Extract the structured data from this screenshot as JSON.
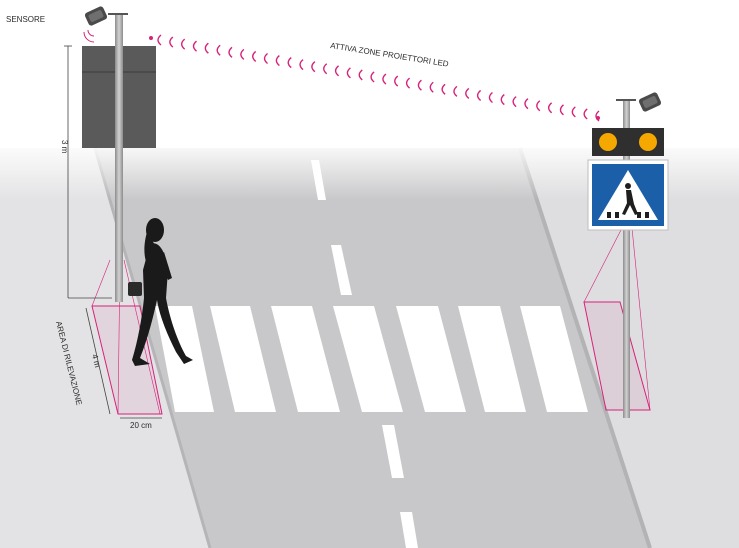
{
  "labels": {
    "sensor": "SENSORE",
    "signal": "ATTIVA ZONE PROIETTORI LED",
    "pole_height": "3 m",
    "zone_length": "4 m",
    "zone_width": "20 cm",
    "detection_zone": "AREA DI RILEVAZIONE"
  },
  "colors": {
    "road": "#c9c9cb",
    "sidewalk": "#e2e2e4",
    "stripe": "#ffffff",
    "signal_wave": "#d6227a",
    "sign_blue": "#1b5fa8",
    "lamp_amber": "#f5a800",
    "pole": "#9a9a9a",
    "panel": "#5a5a5a"
  },
  "icons": [
    "sensor-icon",
    "pedestrian-crossing-sign-icon",
    "amber-warning-lamp-icon",
    "pedestrian-silhouette-icon"
  ]
}
